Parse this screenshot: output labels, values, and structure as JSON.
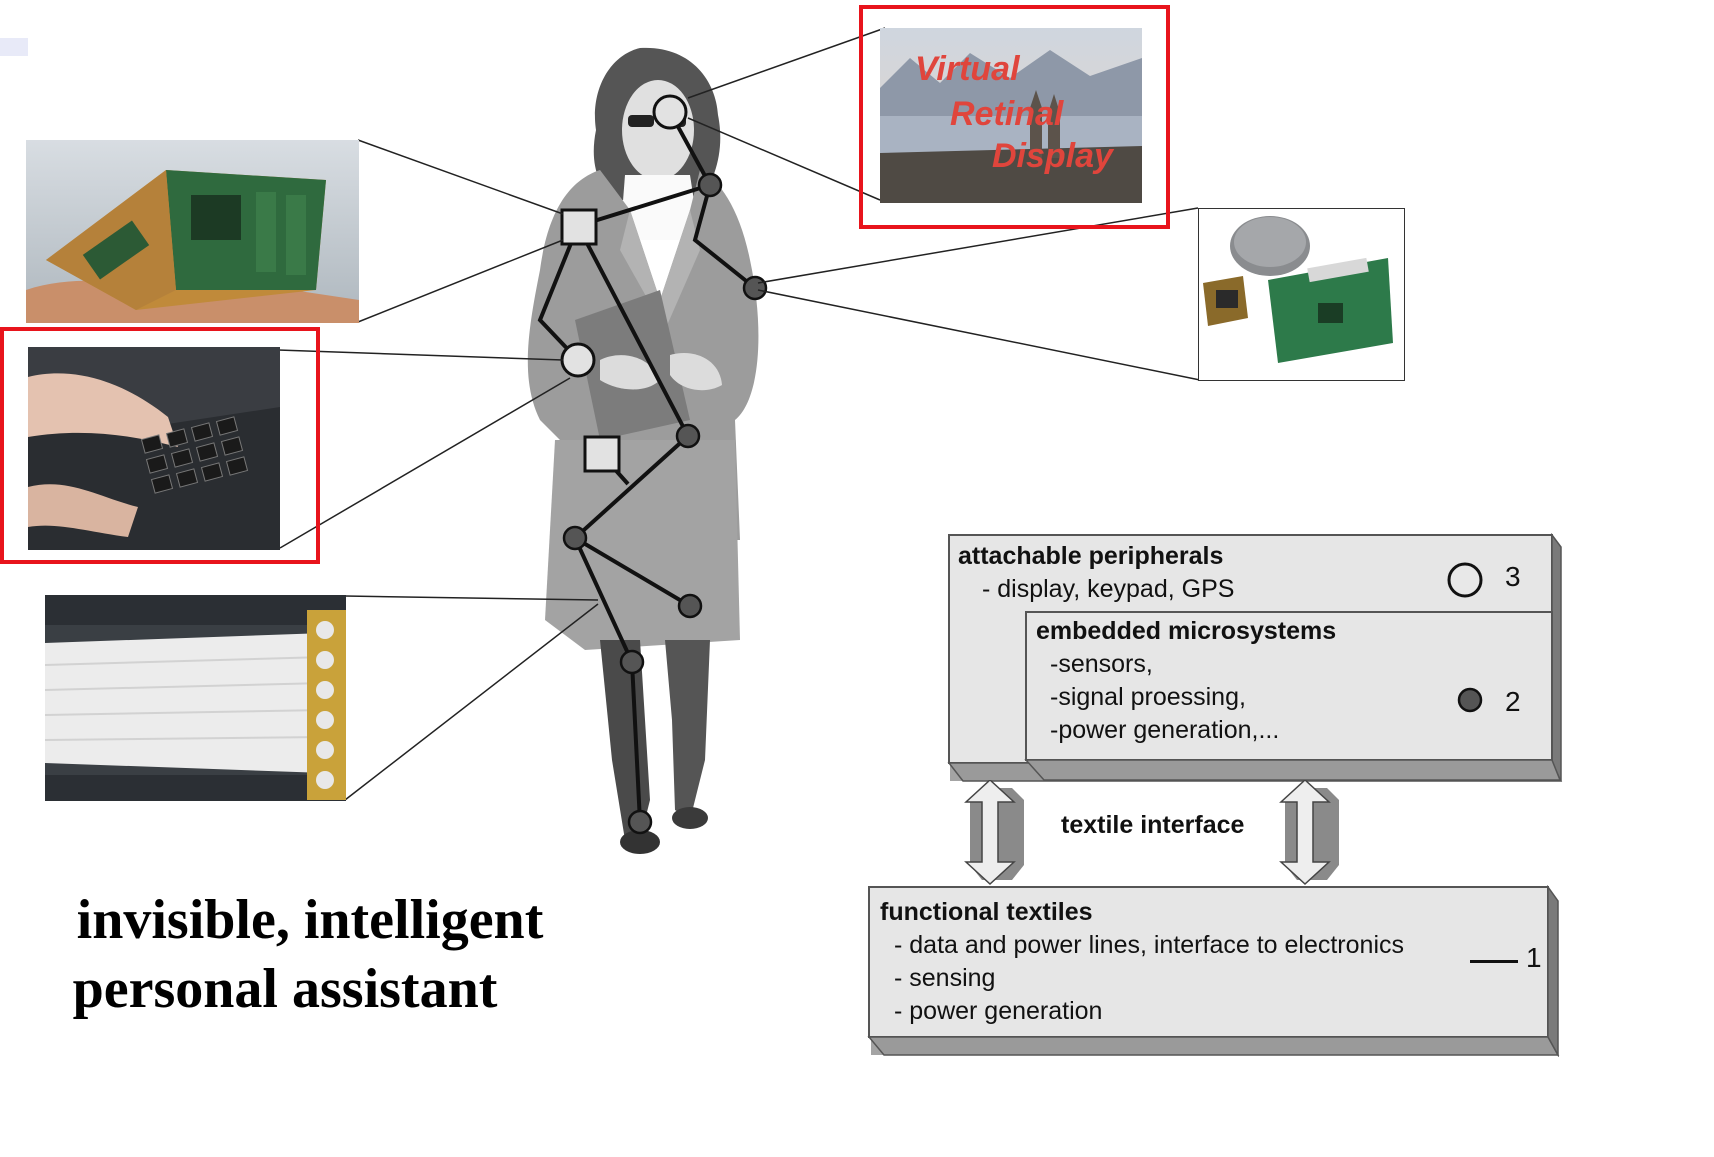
{
  "caption": {
    "line1": "invisible, intelligent",
    "line2": "personal assistant"
  },
  "vrd": {
    "word1": "Virtual",
    "word2": "Retinal",
    "word3": "Display"
  },
  "layers": {
    "attachable": {
      "title": "attachable peripherals",
      "line1": "- display, keypad, GPS",
      "legend_number": "3"
    },
    "embedded": {
      "title": "embedded microsystems",
      "line1": "-sensors,",
      "line2": "-signal proessing,",
      "line3": "-power generation,...",
      "legend_number": "2"
    },
    "interface_label": "textile interface",
    "functional": {
      "title": "functional textiles",
      "line1": "- data and power lines, interface to electronics",
      "line2": "- sensing",
      "line3": "- power generation",
      "legend_number": "1"
    }
  },
  "colors": {
    "highlight_frame": "#e8141c",
    "box_fill": "#e6e6e6",
    "box_shadow": "#a9a9a9",
    "figure_dark": "#4d4d4d",
    "figure_mid": "#9a9a9a"
  },
  "icons": [
    "open-circle-marker",
    "filled-circle-marker",
    "line-marker",
    "square-marker"
  ]
}
